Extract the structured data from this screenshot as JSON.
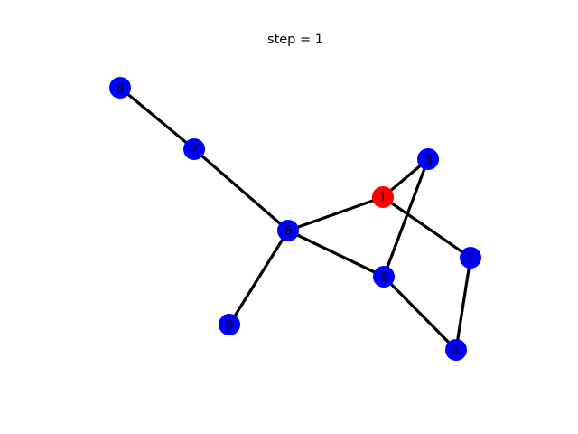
{
  "figure": {
    "title": "step = 1"
  },
  "graph": {
    "highlight_color": "#ff0000",
    "default_color": "#0000ff",
    "edge_color": "#000000",
    "nodes": [
      {
        "id": "1",
        "label": "1",
        "state": "active"
      },
      {
        "id": "2",
        "label": "2",
        "state": "default"
      },
      {
        "id": "3",
        "label": "3",
        "state": "default"
      },
      {
        "id": "4",
        "label": "4",
        "state": "default"
      },
      {
        "id": "5",
        "label": "5",
        "state": "default"
      },
      {
        "id": "6",
        "label": "6",
        "state": "default"
      },
      {
        "id": "7",
        "label": "7",
        "state": "default"
      },
      {
        "id": "8",
        "label": "8",
        "state": "default"
      },
      {
        "id": "9",
        "label": "9",
        "state": "default"
      }
    ],
    "edges": [
      [
        "1",
        "3"
      ],
      [
        "1",
        "2"
      ],
      [
        "1",
        "6"
      ],
      [
        "3",
        "5"
      ],
      [
        "2",
        "4"
      ],
      [
        "5",
        "4"
      ],
      [
        "6",
        "5"
      ],
      [
        "6",
        "7"
      ],
      [
        "6",
        "9"
      ],
      [
        "7",
        "8"
      ]
    ]
  }
}
